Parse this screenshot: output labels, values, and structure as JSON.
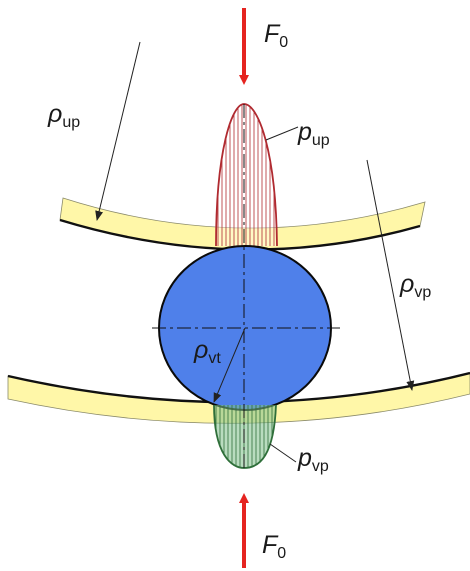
{
  "labels": {
    "force_top": {
      "symbol": "F",
      "subscript": "0"
    },
    "force_bottom": {
      "symbol": "F",
      "subscript": "0"
    },
    "rho_up": {
      "symbol": "ρ",
      "subscript": "up"
    },
    "p_up": {
      "symbol": "p",
      "subscript": "up"
    },
    "rho_vp": {
      "symbol": "ρ",
      "subscript": "vp"
    },
    "rho_vt": {
      "symbol": "ρ",
      "subscript": "vt"
    },
    "p_vp": {
      "symbol": "p",
      "subscript": "vp"
    }
  },
  "colors": {
    "force_arrow": "#e52420",
    "race": "#fff7a8",
    "race_contact_edge": "#111111",
    "ball": "#4f80ea",
    "ball_outline": "#0a0a0a",
    "pressure_upper": "#b02a30",
    "pressure_lower": "#2f6f3a",
    "radius_arrow": "#222222"
  }
}
